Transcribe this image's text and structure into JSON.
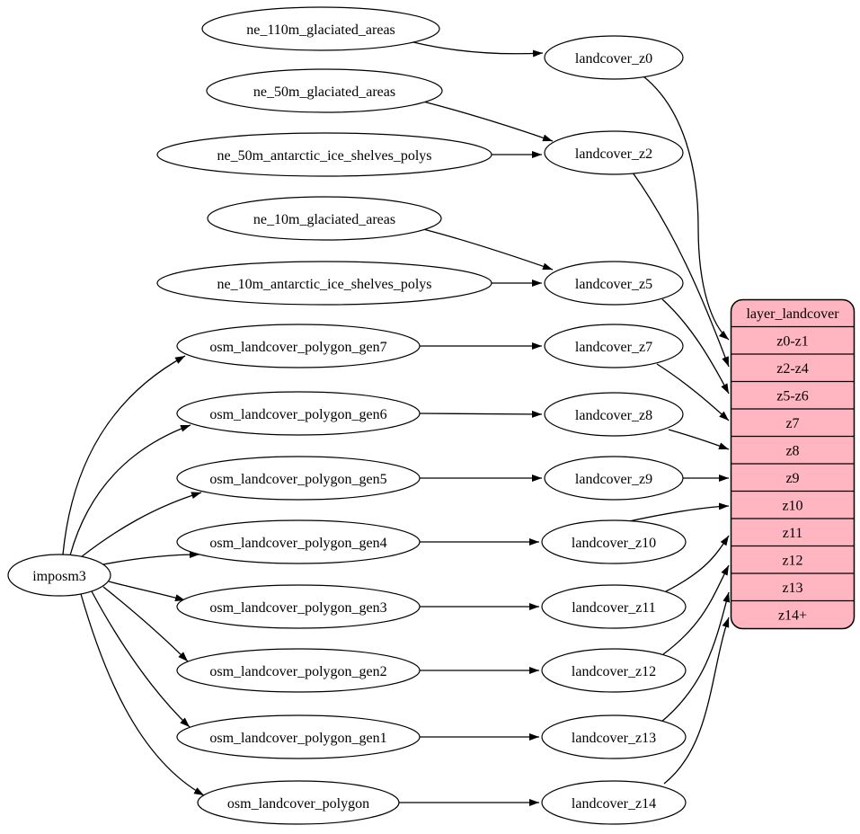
{
  "colors": {
    "background": "#ffffff",
    "node_fill": "#ffffff",
    "node_stroke": "#000000",
    "edge_stroke": "#000000",
    "record_fill": "#ffb6c1"
  },
  "importer": {
    "label": "imposm3"
  },
  "sources": [
    "ne_110m_glaciated_areas",
    "ne_50m_glaciated_areas",
    "ne_50m_antarctic_ice_shelves_polys",
    "ne_10m_glaciated_areas",
    "ne_10m_antarctic_ice_shelves_polys",
    "osm_landcover_polygon_gen7",
    "osm_landcover_polygon_gen6",
    "osm_landcover_polygon_gen5",
    "osm_landcover_polygon_gen4",
    "osm_landcover_polygon_gen3",
    "osm_landcover_polygon_gen2",
    "osm_landcover_polygon_gen1",
    "osm_landcover_polygon"
  ],
  "transforms": [
    "landcover_z0",
    "landcover_z2",
    "landcover_z5",
    "landcover_z7",
    "landcover_z8",
    "landcover_z9",
    "landcover_z10",
    "landcover_z11",
    "landcover_z12",
    "landcover_z13",
    "landcover_z14"
  ],
  "record": {
    "title": "layer_landcover",
    "rows": [
      "z0-z1",
      "z2-z4",
      "z5-z6",
      "z7",
      "z8",
      "z9",
      "z10",
      "z11",
      "z12",
      "z13",
      "z14+"
    ]
  }
}
